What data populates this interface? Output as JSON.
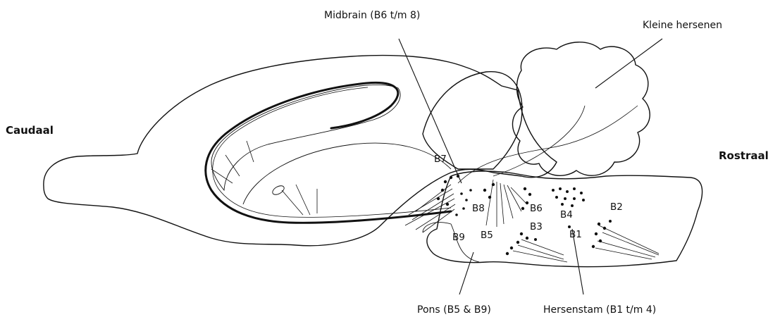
{
  "labels": {
    "midbrain": "Midbrain (B6 t/m 8)",
    "cerebellum": "Kleine hersenen",
    "caudal": "Caudaal",
    "rostral": "Rostraal",
    "pons": "Pons (B5 & B9)",
    "brainstem": "Hersenstam (B1 t/m 4)"
  },
  "nuclei": {
    "b1": "B1",
    "b2": "B2",
    "b3": "B3",
    "b4": "B4",
    "b5": "B5",
    "b6": "B6",
    "b7": "B7",
    "b8": "B8",
    "b9": "B9"
  }
}
